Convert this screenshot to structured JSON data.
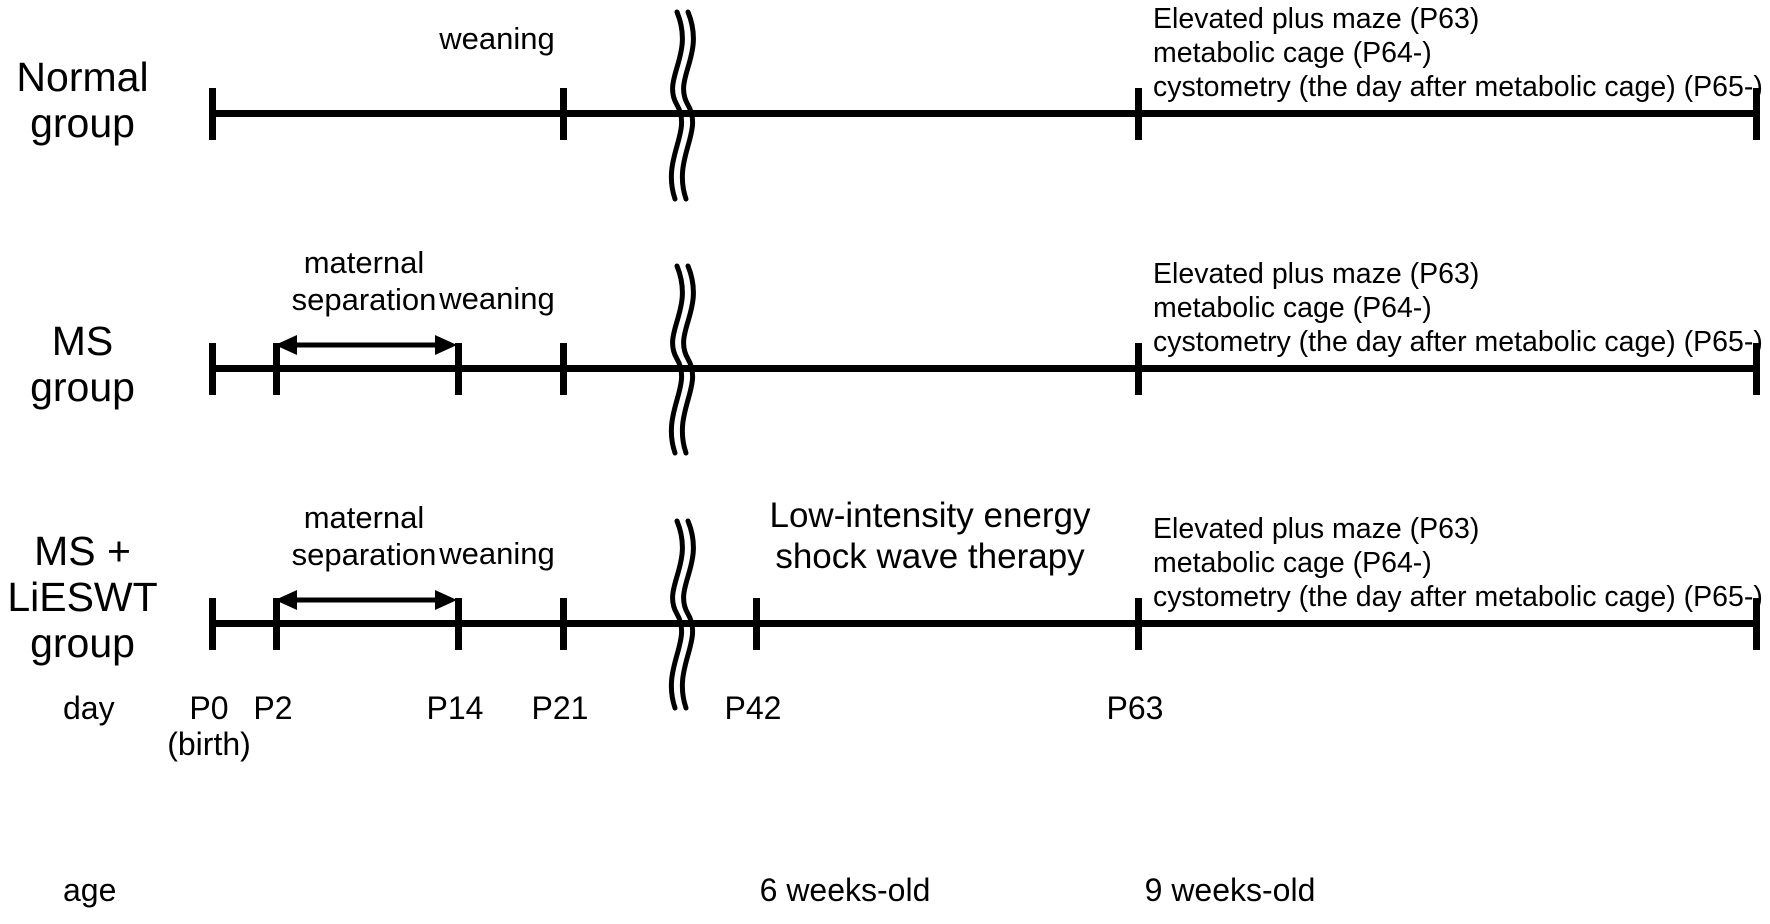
{
  "figure": {
    "title": "Experimental protocol timeline",
    "type": "timeline-diagram",
    "background": "#ffffff",
    "ink": "#000000"
  },
  "groups": [
    {
      "id": "normal",
      "label": "Normal\ngroup",
      "weaning_label": "weaning",
      "outcomes": "Elevated plus maze (P63)\nmetabolic cage (P64-)\ncystometry (the day after metabolic cage) (P65-)",
      "has_maternal_separation": false,
      "has_lieswt": false,
      "maternal_separation_label": "",
      "lieswt_label": ""
    },
    {
      "id": "ms",
      "label": "MS\ngroup",
      "weaning_label": "weaning",
      "outcomes": "Elevated plus maze (P63)\nmetabolic cage (P64-)\ncystometry (the day after metabolic cage) (P65-)",
      "has_maternal_separation": true,
      "has_lieswt": false,
      "maternal_separation_label": "maternal\nseparation",
      "lieswt_label": ""
    },
    {
      "id": "ms-lieswt",
      "label": "MS +\nLiESWT\ngroup",
      "weaning_label": "weaning",
      "outcomes": "Elevated plus maze (P63)\nmetabolic cage (P64-)\ncystometry (the day after metabolic cage) (P65-)",
      "has_maternal_separation": true,
      "has_lieswt": true,
      "maternal_separation_label": "maternal\nseparation",
      "lieswt_label": "Low-intensity energy\nshock wave therapy"
    }
  ],
  "axis": {
    "day_row_label": "day",
    "age_row_label": "age",
    "day_ticks": [
      {
        "id": "p0",
        "label": "P0\n(birth)"
      },
      {
        "id": "p2",
        "label": "P2"
      },
      {
        "id": "p14",
        "label": "P14"
      },
      {
        "id": "p21",
        "label": "P21"
      },
      {
        "id": "p42",
        "label": "P42"
      },
      {
        "id": "p63",
        "label": "P63"
      }
    ],
    "ages": [
      {
        "id": "six-weeks",
        "label": "6 weeks-old"
      },
      {
        "id": "nine-weeks",
        "label": "9 weeks-old"
      }
    ],
    "break_symbol": "axis-break-squiggle"
  }
}
